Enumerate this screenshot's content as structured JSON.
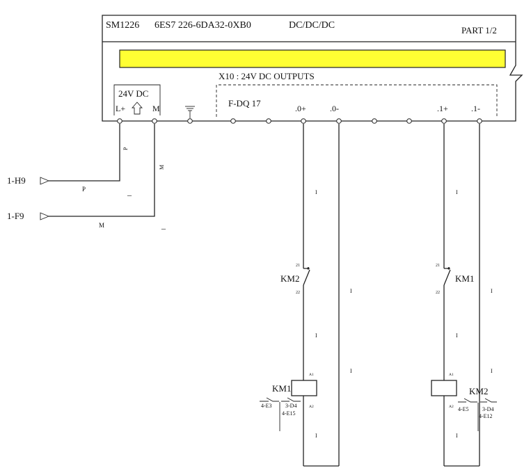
{
  "module": {
    "name": "SM1226",
    "order_number": "6ES7 226-6DA32-0XB0",
    "voltage_type": "DC/DC/DC",
    "part": "PART 1/2",
    "banner_color": "#ffff33"
  },
  "outputs_label": "X10 : 24V DC OUTPUTS",
  "power_block": {
    "title": "24V DC",
    "plus": "L+",
    "minus": "M"
  },
  "fdq_label": "F-DQ 17",
  "terminals": {
    "t0p": ".0+",
    "t0m": ".0-",
    "t1p": ".1+",
    "t1m": ".1-"
  },
  "wires": {
    "p_vertical": "P",
    "m_vertical": "M",
    "p_horizontal": "P",
    "m_horizontal": "M",
    "p_dash": "_",
    "m_dash": "_"
  },
  "refs": {
    "h9": "1-H9",
    "f9": "1-F9"
  },
  "contacts": {
    "km2_contact": "KM2",
    "km1_contact": "KM1",
    "pin_21": "21",
    "pin_22": "22"
  },
  "coils": {
    "km1": {
      "label": "KM1",
      "a1": "A1",
      "a2": "A2",
      "ref_a": "4-E3",
      "ref_b": "3-D4",
      "ref_c": "4-E15"
    },
    "km2": {
      "label": "KM2",
      "a1": "A1",
      "a2": "A2",
      "ref_a": "4-E5",
      "ref_b": "3-D4",
      "ref_c": "4-E12"
    }
  },
  "tick": "I"
}
